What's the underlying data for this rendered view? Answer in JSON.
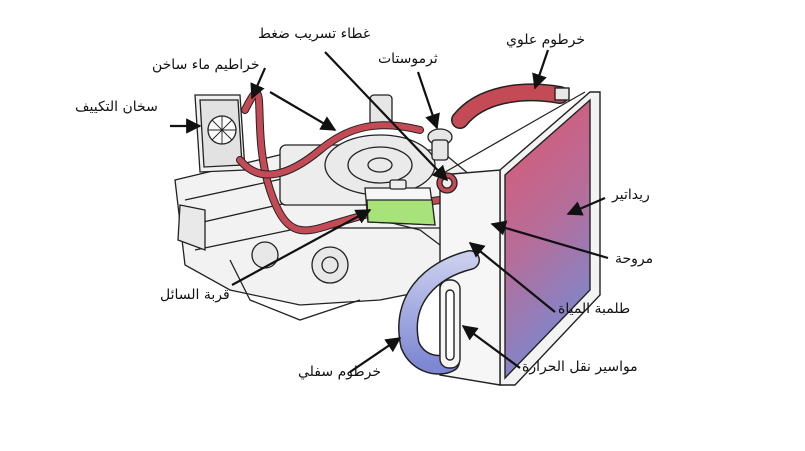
{
  "labels": {
    "pressure_cap": "غطاء تسريب ضغط",
    "upper_hose": "خرطوم علوي",
    "thermostat": "ثرموستات",
    "heater_hoses": "خراطيم ماء ساخن",
    "heater_core": "سخان التكييف",
    "radiator": "ريداتير",
    "fan": "مروحة",
    "coolant_reservoir": "قربة السائل",
    "water_pump": "طلمبة المياة",
    "lower_hose": "خرطوم سفلي",
    "heat_tubes": "مواسير نقل الحرارة"
  },
  "colors": {
    "hose": "#c44a55",
    "radiator_top": "#d8526a",
    "radiator_bottom": "#7d86cc",
    "reservoir_fluid": "#a8e27a",
    "lower_hose": "#8d95d6",
    "line": "#222222",
    "engine": "#f4f4f4"
  }
}
